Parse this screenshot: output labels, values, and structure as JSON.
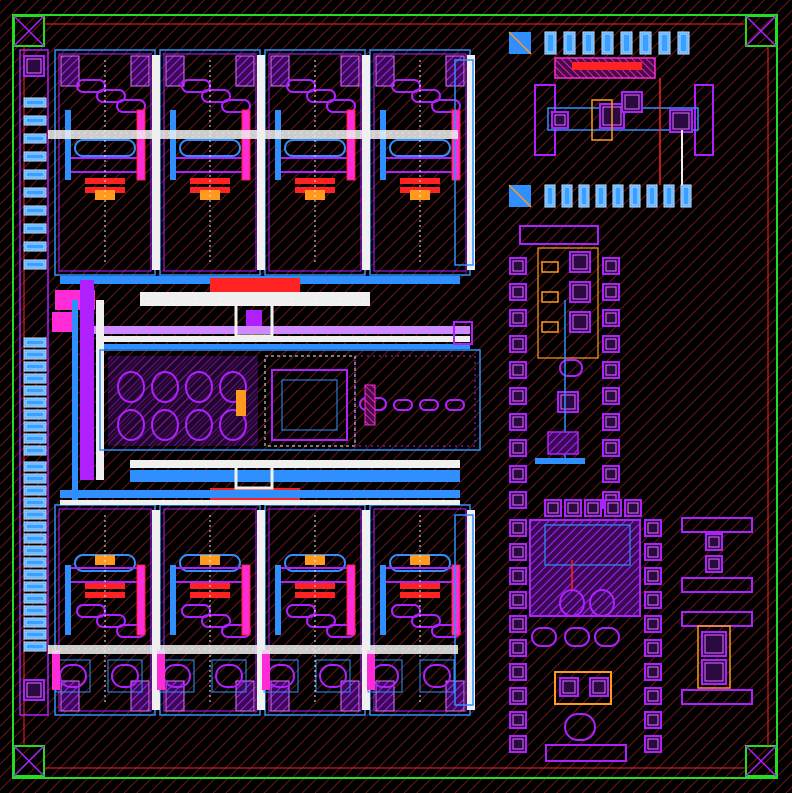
{
  "layout": {
    "view": "IC mask layout",
    "colors": {
      "background": "#000000",
      "hatch": "#6e1616",
      "die_outline": "#22dd22",
      "metal1": "#2f8fff",
      "metal2": "#b020ff",
      "metal3": "#ff2bd6",
      "poly": "#ff2222",
      "active": "#ff9a1e",
      "diffusion_white": "#f0f0f0",
      "pad_fill": "#3aa0ff",
      "pad_edge": "#d0e8ff"
    },
    "blocks": [
      {
        "name": "left-pad-column",
        "count": 36
      },
      {
        "name": "top-cell-array",
        "rows": 1,
        "cols": 4
      },
      {
        "name": "center-amplifier-block"
      },
      {
        "name": "bottom-cell-array",
        "rows": 1,
        "cols": 4
      },
      {
        "name": "upper-right-test-structure",
        "pad_count": 21
      },
      {
        "name": "middle-right-test-column",
        "pad_count": 20
      },
      {
        "name": "lower-right-test-structure",
        "pad_count": 20
      },
      {
        "name": "far-right-test-cells",
        "count": 2
      }
    ]
  }
}
